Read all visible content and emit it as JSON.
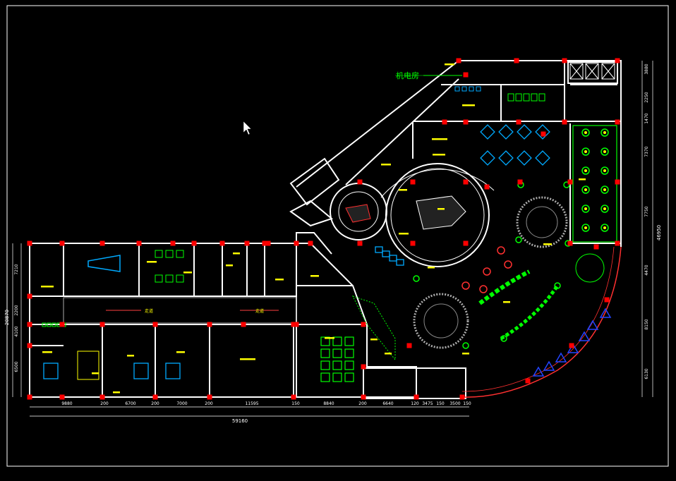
{
  "drawing": {
    "machine_room_label": "机电房",
    "colors": {
      "wall": "#ffffff",
      "column": "#ff0000",
      "furniture_green": "#00ff00",
      "furniture_blue": "#00aaff",
      "text_yellow": "#ffff00",
      "dim_line": "#ffffff",
      "curve_red": "#ff3030",
      "mirror_blue": "#2244ff"
    },
    "bottom_dimensions": [
      "9880",
      "200",
      "6700",
      "200",
      "7000",
      "200",
      "11595",
      "150",
      "8840",
      "200",
      "6640",
      "120",
      "3475",
      "150",
      "3500",
      "150"
    ],
    "bottom_total": "59160",
    "right_dimensions": [
      "3880",
      "2250",
      "1470",
      "7370",
      "7750",
      "4470",
      "8150",
      "6130"
    ],
    "right_total": "46950",
    "left_dimensions": [
      "7210",
      "2200",
      "4100",
      "6500"
    ],
    "left_total": "20870"
  }
}
